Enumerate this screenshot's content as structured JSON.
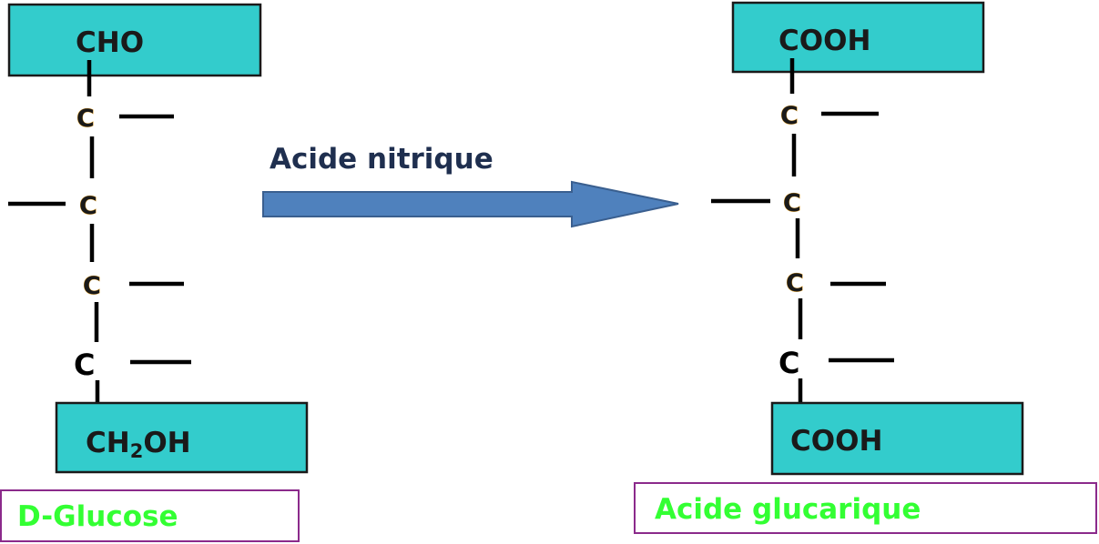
{
  "reactant": {
    "top_group": "CHO",
    "carbons": [
      "C",
      "C",
      "C",
      "C"
    ],
    "bottom_group": {
      "prefix": "CH",
      "subscript": "2",
      "suffix": "OH"
    },
    "name": "D-Glucose"
  },
  "reagent": "Acide nitrique",
  "product": {
    "top_group": "COOH",
    "carbons": [
      "C",
      "C",
      "C",
      "C"
    ],
    "bottom_group": "COOH",
    "name": "Acide glucarique"
  },
  "colors": {
    "group_box_fill": "#33CCCC",
    "name_text": "#33FF33",
    "name_box_border": "#8B2A8B",
    "arrow_fill": "#4F81BD",
    "carbon_outline": "#E8A020"
  }
}
